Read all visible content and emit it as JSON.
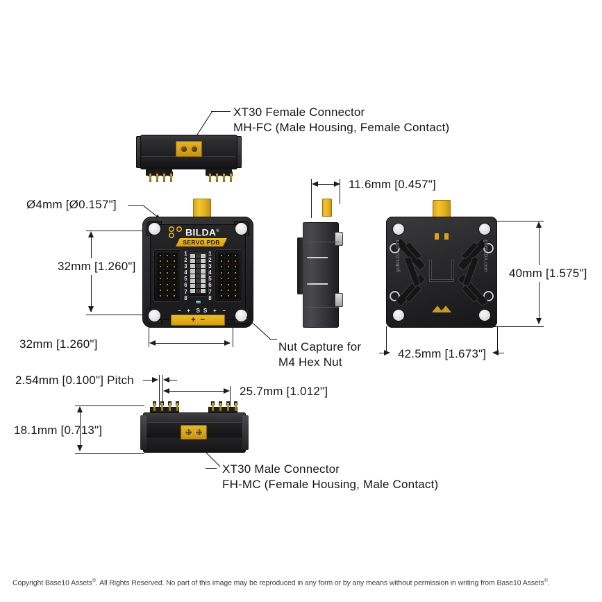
{
  "document": {
    "type": "technical-drawing",
    "product": "goBILDA Servo Power Distribution Block",
    "background_color": "#ffffff",
    "line_color": "#1b1b1b"
  },
  "callouts": {
    "xt30_female": {
      "line1": "XT30 Female Connector",
      "line2": "MH-FC (Male Housing, Female Contact)"
    },
    "xt30_male": {
      "line1": "XT30 Male Connector",
      "line2": "FH-MC (Female Housing, Male Contact)"
    },
    "nut_capture": {
      "line1": "Nut Capture for",
      "line2": "M4 Hex Nut"
    }
  },
  "dimensions": {
    "hole_diameter": "Ø4mm [Ø0.157\"]",
    "height_32mm": "32mm [1.260\"]",
    "width_32mm": "32mm [1.260\"]",
    "thickness_11_6mm": "11.6mm [0.457\"]",
    "height_40mm": "40mm [1.575\"]",
    "width_42_5mm": "42.5mm [1.673\"]",
    "pitch_2_54mm": "2.54mm [0.100\"] Pitch",
    "span_25_7mm": "25.7mm [1.012\"]",
    "height_18_1mm": "18.1mm [0.713\"]"
  },
  "board": {
    "brand": "BILDA",
    "brand_mark": "go",
    "brand_registered": "®",
    "banner": "SERVO PDB",
    "url": "goBILDA.com",
    "channel_numbers_left": [
      "1",
      "2",
      "3",
      "4",
      "5",
      "6",
      "7",
      "8"
    ],
    "channel_numbers_right": [
      "1",
      "2",
      "3",
      "4",
      "5",
      "6",
      "7",
      "8"
    ],
    "polarity_left": "− + S",
    "polarity_right": "S + −",
    "power_pad_plus": "+",
    "power_pad_minus": "−",
    "colors": {
      "housing": "#242426",
      "accent_yellow": "#e8b624",
      "pin_gold": "#c9a227",
      "hardware_silver": "#d2d2d2"
    }
  },
  "footer": {
    "text_before_1": "Copyright Base10 Assets",
    "reg1": "®",
    "text_middle": ".  All Rights Reserved. No part of this image may be reproduced in any form or by any means without permission in writing from Base10 Assets",
    "reg2": "®",
    "text_end": "."
  }
}
